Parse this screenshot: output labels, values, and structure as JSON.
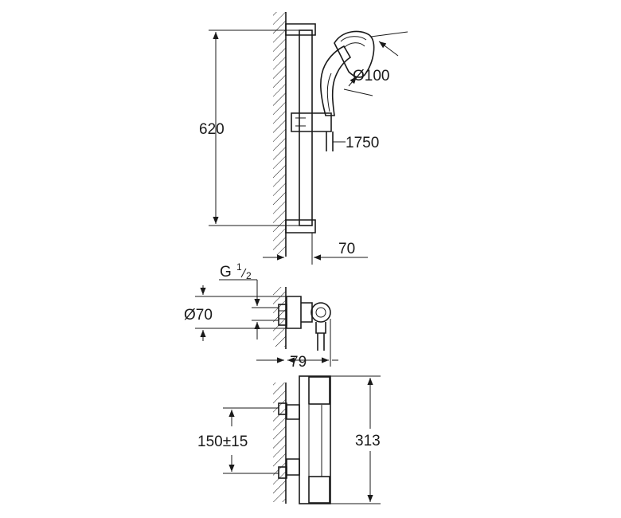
{
  "dimensions": {
    "rail_height": "620",
    "head_diameter": "Ø100",
    "hose_length": "1750",
    "wall_offset": "70",
    "thread": "G",
    "thread_fraction_num": "1",
    "thread_fraction_den": "2",
    "inlet_diameter": "Ø70",
    "valve_depth": "79",
    "inlet_spacing": "150±15",
    "valve_length": "313"
  },
  "colors": {
    "line": "#1a1a1a",
    "background": "#ffffff"
  }
}
